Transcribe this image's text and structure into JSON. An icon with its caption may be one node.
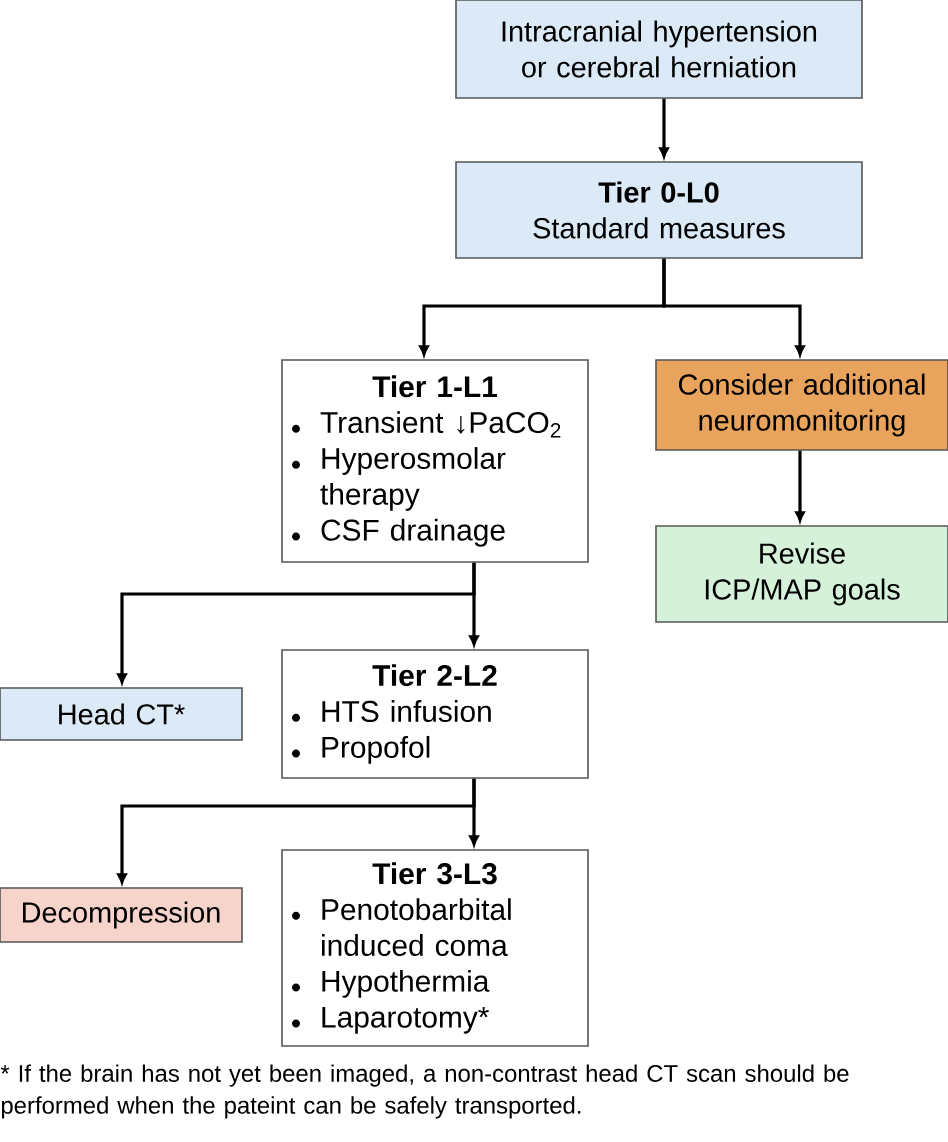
{
  "diagram": {
    "nodes": [
      {
        "text": [
          "Intracranial hypertension or cerebral herniation"
        ]
      },
      {
        "text": [
          "Tier 0-L0",
          "Standard measures"
        ]
      },
      {
        "text": [
          "Tier 1-L1",
          "Transient ↓PaCO$_{2}$",
          "Hyperosmolar therapy",
          "CSF drainage"
        ]
      },
      {
        "text": [
          "Consider additional neuromonitoring"
        ]
      },
      {
        "text": [
          "Revise ICP/MAP goals"
        ]
      },
      {
        "text": [
          "Head CT*"
        ]
      },
      {
        "text": [
          "Tier 2-L2",
          "HTS infusion",
          "Propofol"
        ]
      },
      {
        "text": [
          "Decompression"
        ]
      },
      {
        "text": [
          "Tier 3-L3",
          "Penotobarbital induced coma",
          "Hypothermia",
          "Laparotomy*"
        ]
      }
    ],
    "edges": [
      {
        "from": 0,
        "to": 1,
        "arrow": "to"
      },
      {
        "from": 1,
        "to": 2,
        "arrow": "to"
      },
      {
        "from": 1,
        "to": 3,
        "arrow": "to"
      },
      {
        "from": 3,
        "to": 4,
        "arrow": "to"
      },
      {
        "from": 2,
        "to": 5,
        "arrow": "to"
      },
      {
        "from": 2,
        "to": 6,
        "arrow": "to"
      },
      {
        "from": 6,
        "to": 7,
        "arrow": "to"
      },
      {
        "from": 6,
        "to": 8,
        "arrow": "to"
      }
    ],
    "labels": [
      "* If the brain has not yet been imaged, a non-contrast head CT scan should be performed when the pateint can be safely transported."
    ]
  }
}
